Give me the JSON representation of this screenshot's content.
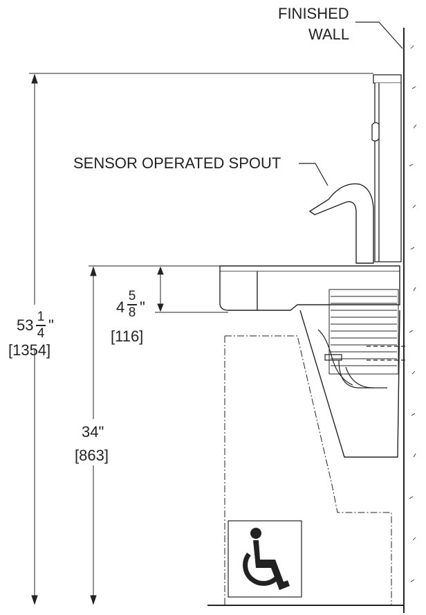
{
  "labels": {
    "finished_wall_line1": "FINISHED",
    "finished_wall_line2": "WALL",
    "spout": "SENSOR OPERATED SPOUT"
  },
  "dimensions": {
    "total_height": {
      "whole": "53",
      "num": "1",
      "den": "4",
      "inch": "\"",
      "metric": "[1354]"
    },
    "basin_depth": {
      "whole": "4",
      "num": "5",
      "den": "8",
      "inch": "\"",
      "metric": "[116]"
    },
    "rim_height": {
      "inch": "34\"",
      "metric": "[863]"
    }
  },
  "icons": {
    "accessibility": "wheelchair-icon"
  },
  "colors": {
    "line": "#222222"
  }
}
